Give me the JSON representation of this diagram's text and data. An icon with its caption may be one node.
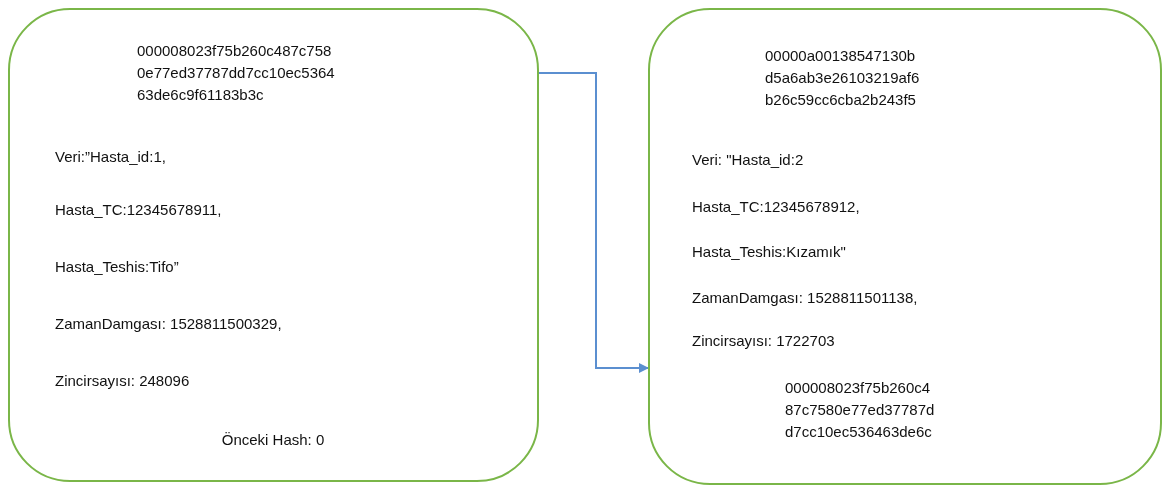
{
  "diagram": {
    "nodes": [
      {
        "text": [
          "000008023f75b260c487c758 0e77ed37787dd7cc10ec5364 63de6c9f61183b3c",
          "Veri:”Hasta_id:1,",
          "Hasta_TC:12345678911,",
          "Hasta_Teshis:Tifo”",
          "ZamanDamgası: 1528811500329,",
          "Zincirsayısı: 248096",
          "Önceki Hash: 0"
        ]
      },
      {
        "text": [
          "00000a00138547130b d5a6ab3e26103219af6 b26c59cc6cba2b243f5",
          "Veri: \"Hasta_id:2",
          "Hasta_TC:12345678912,",
          "Hasta_Teshis:Kızamık\"",
          "ZamanDamgası: 1528811501138,",
          "Zincirsayısı: 1722703",
          "000008023f75b260c4 87c7580e77ed37787d d7cc10ec536463de6c"
        ]
      }
    ],
    "edges": [
      {
        "from": 0,
        "to": 1,
        "arrow": "to"
      }
    ]
  }
}
